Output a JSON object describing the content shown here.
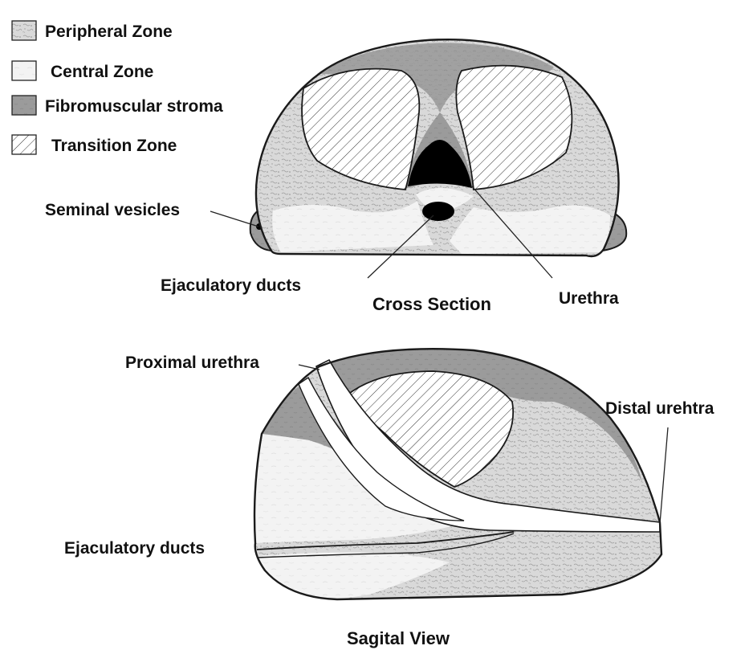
{
  "legend": [
    {
      "label": "Peripheral Zone",
      "pattern": "speckle"
    },
    {
      "label": "Central Zone",
      "pattern": "light"
    },
    {
      "label": "Fibromuscular stroma",
      "pattern": "dark"
    },
    {
      "label": "Transition Zone",
      "pattern": "hatch"
    }
  ],
  "cross_section": {
    "title": "Cross Section",
    "labels": {
      "seminal_vesicles": "Seminal vesicles",
      "ejaculatory_ducts": "Ejaculatory ducts",
      "urethra": "Urethra"
    }
  },
  "sagittal": {
    "title": "Sagital View",
    "labels": {
      "proximal_urethra": "Proximal urethra",
      "distal_urethra": "Distal urehtra",
      "ejaculatory_ducts": "Ejaculatory ducts"
    }
  },
  "colors": {
    "peripheral": "#d7d7d7",
    "central": "#f4f4f4",
    "stroma": "#9a9a9a",
    "transition": "#ffffff",
    "lumen": "#000000",
    "outline": "#1a1a1a"
  }
}
